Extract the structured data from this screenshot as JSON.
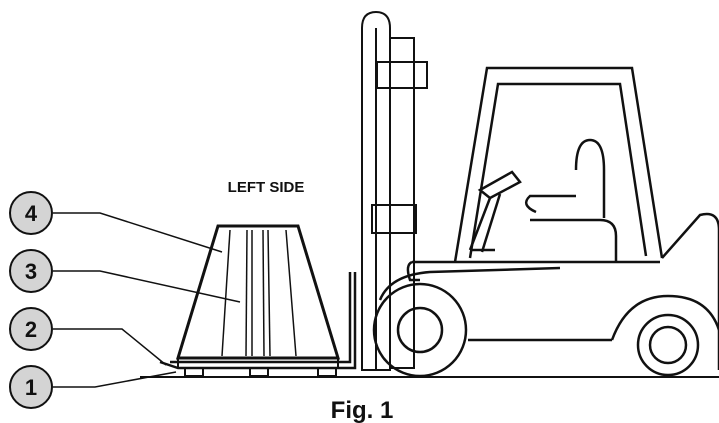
{
  "diagram": {
    "side_label": "LEFT SIDE",
    "caption": "Fig. 1",
    "callouts": [
      {
        "number": "4"
      },
      {
        "number": "3"
      },
      {
        "number": "2"
      },
      {
        "number": "1"
      }
    ]
  }
}
